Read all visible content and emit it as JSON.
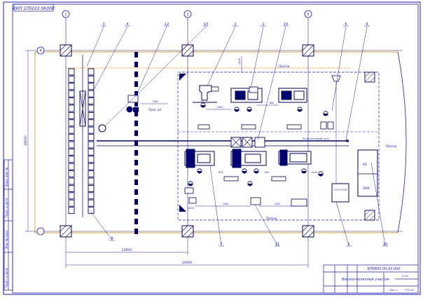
{
  "sheet": {
    "corner_stamp": "ОКП 270103 0К000",
    "side_labels": [
      "Взам. инв. №",
      "Подп. и дата",
      "Инв. № подл.",
      "Подп. и дата"
    ]
  },
  "callouts": [
    "3",
    "4",
    "12",
    "13",
    "2",
    "1",
    "10",
    "6",
    "9",
    "8",
    "7",
    "11",
    "5",
    "15"
  ],
  "axis_labels": [
    "1",
    "2",
    "3",
    "4"
  ],
  "dims": {
    "bay_length": "12000",
    "total_length": "24000",
    "total_width": "18000",
    "d_2400_top": "2400",
    "d_2500": "2500",
    "d_1200": "1200",
    "d_800_a": "800",
    "d_800_b": "800",
    "d_1000_a": "1000",
    "d_1000_b": "1000",
    "d_1000_c": "1000",
    "d_600": "600",
    "d_1400": "1400"
  },
  "area_labels": {
    "proezd_top": "Проезд",
    "proezd_left": "Прох. ой",
    "proezd_bottom": "Проезд",
    "proezd_right": "Проезд",
    "conveyor": "Рольганговый путь",
    "cabinet_a": "КВ",
    "cabinet_b": "ЭКЖ",
    "machine_box": "ТсН-13 316"
  },
  "title_block": {
    "designation": "ВЛ0603.00.02.000",
    "title": "Вагоно-колесный участок",
    "stage": "Лит.",
    "mass": "Масса",
    "scale": "1:100",
    "sheet": "Лист 1",
    "sheets": "Листов 1",
    "org": "ТТЛ-14"
  },
  "colors": {
    "line": "#1a1acc",
    "yellow": "#e0b54a",
    "dark": "#000070"
  }
}
